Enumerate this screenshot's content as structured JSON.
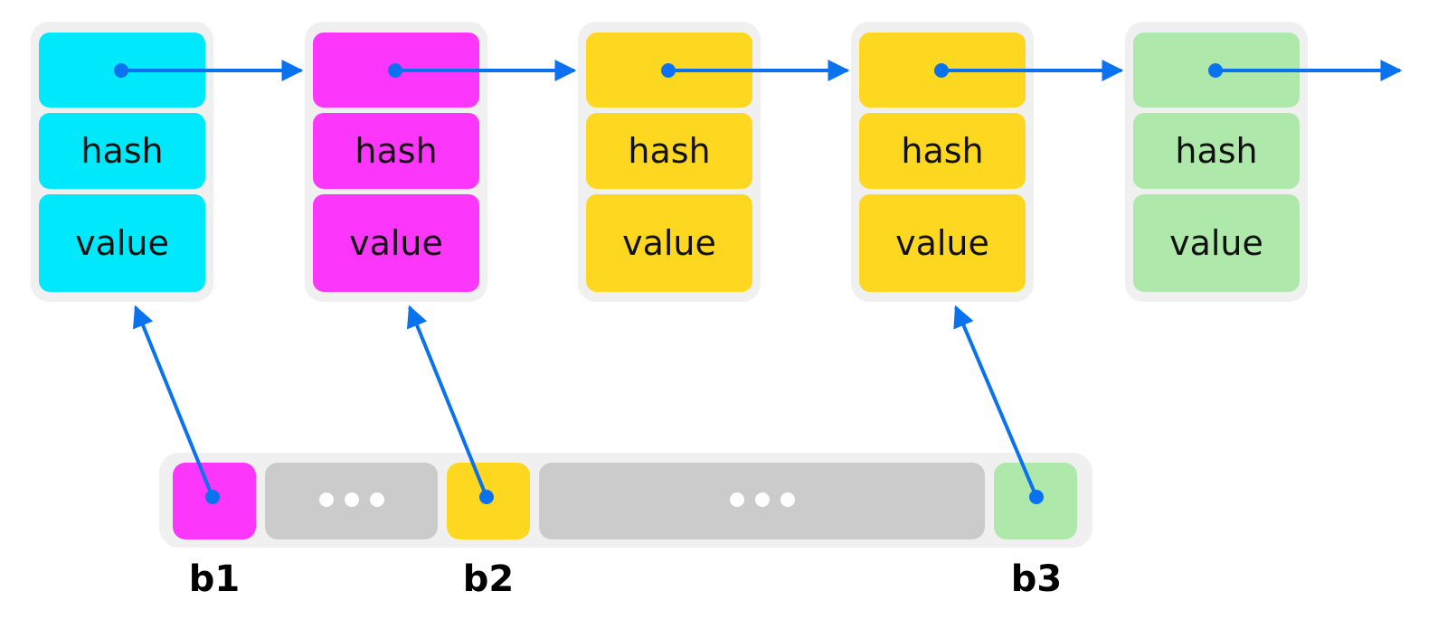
{
  "colors": {
    "arrow": "#0a72ee",
    "node_frame": "#f0f0f0",
    "gap": "#cbcbcb"
  },
  "nodes": [
    {
      "color": "#00e8fb",
      "fields": [
        "",
        "hash",
        "value"
      ]
    },
    {
      "color": "#fd36fb",
      "fields": [
        "",
        "hash",
        "value"
      ]
    },
    {
      "color": "#fed721",
      "fields": [
        "",
        "hash",
        "value"
      ]
    },
    {
      "color": "#fed721",
      "fields": [
        "",
        "hash",
        "value"
      ]
    },
    {
      "color": "#aee8ab",
      "fields": [
        "",
        "hash",
        "value"
      ]
    }
  ],
  "buckets": [
    {
      "label": "b1",
      "color": "#fd36fb",
      "points_to_node": 1
    },
    {
      "label": "b2",
      "color": "#fed721",
      "points_to_node": 2
    },
    {
      "label": "b3",
      "color": "#aee8ab",
      "points_to_node": 4
    }
  ],
  "gaps": [
    {
      "icon": "ellipsis-icon"
    },
    {
      "icon": "ellipsis-icon"
    }
  ]
}
